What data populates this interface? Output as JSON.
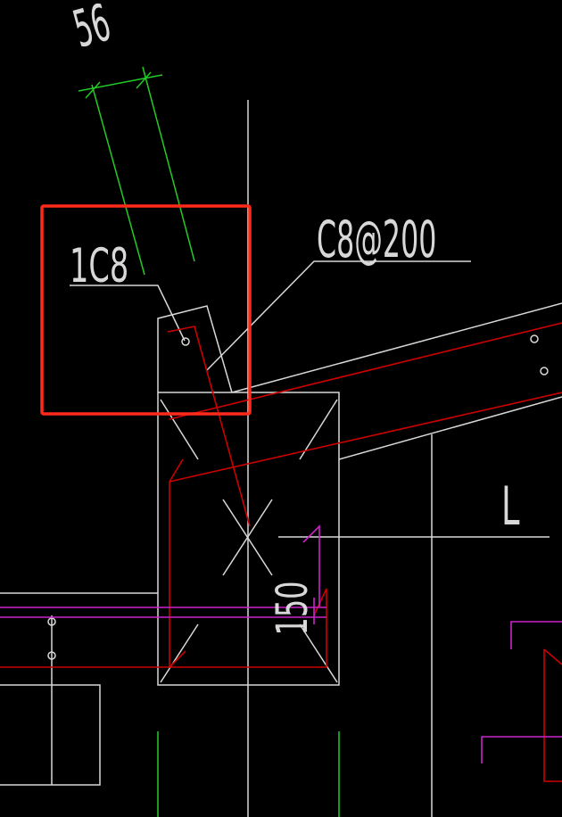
{
  "colors": {
    "background": "#000000",
    "line": "#d8d8d8",
    "rebar": "#cc0000",
    "highlight": "#ff2a1a",
    "dimension": "#22cc22",
    "purple": "#cc22cc"
  },
  "labels": {
    "dim_56": "56",
    "rebar_1c8": "1C8",
    "stirrup_c8_200": "C8@200",
    "length_l": "L",
    "dim_150": "150"
  }
}
